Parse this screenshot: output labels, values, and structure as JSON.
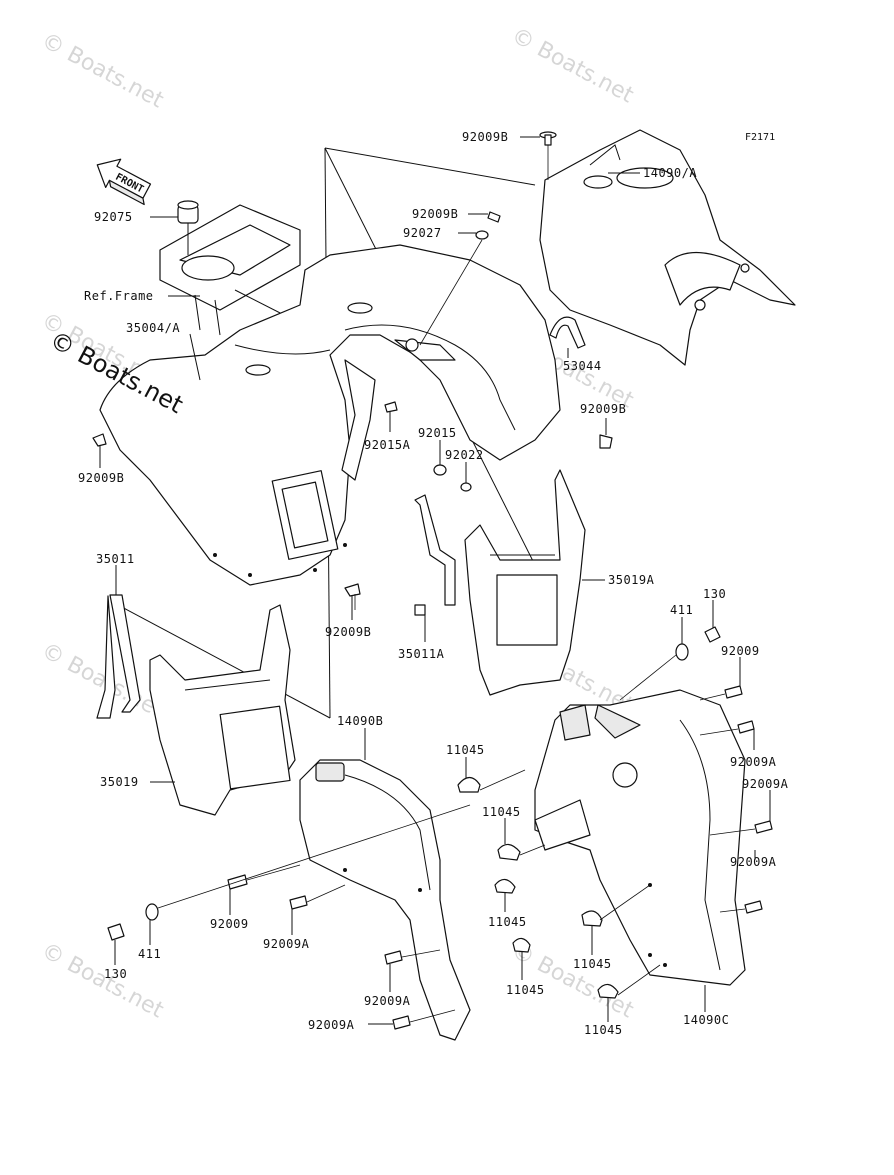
{
  "figure_id": "F2171",
  "front_arrow": "FRONT",
  "watermarks": [
    "© Boats.net",
    "© Boats.net",
    "© Boats.net",
    "© Boats.net",
    "© Boats.net",
    "© Boats.net",
    "© Boats.net",
    "© Boats.net"
  ],
  "main_watermark": "© Boats.net",
  "callouts": {
    "c_92009B_top": "92009B",
    "c_14090A": "14090/A",
    "c_92075": "92075",
    "c_92009B_mid": "92009B",
    "c_92027": "92027",
    "c_ref_frame": "Ref.Frame",
    "c_35004A": "35004/A",
    "c_53044": "53044",
    "c_92009B_right": "92009B",
    "c_92015A": "92015A",
    "c_92015": "92015",
    "c_92022": "92022",
    "c_92009B_left": "92009B",
    "c_35011": "35011",
    "c_35019A": "35019A",
    "c_92009B_low": "92009B",
    "c_35011A": "35011A",
    "c_130_right": "130",
    "c_411_right": "411",
    "c_92009_right": "92009",
    "c_14090B": "14090B",
    "c_11045_a": "11045",
    "c_92009A_r1": "92009A",
    "c_92009A_r2": "92009A",
    "c_35019": "35019",
    "c_11045_b": "11045",
    "c_92009A_r3": "92009A",
    "c_92009_left": "92009",
    "c_92009A_mid": "92009A",
    "c_11045_c": "11045",
    "c_130_left": "130",
    "c_411_left": "411",
    "c_11045_d": "11045",
    "c_11045_e": "11045",
    "c_92009A_low": "92009A",
    "c_11045_f": "11045",
    "c_92009A_bottom": "92009A",
    "c_14090C": "14090C"
  }
}
